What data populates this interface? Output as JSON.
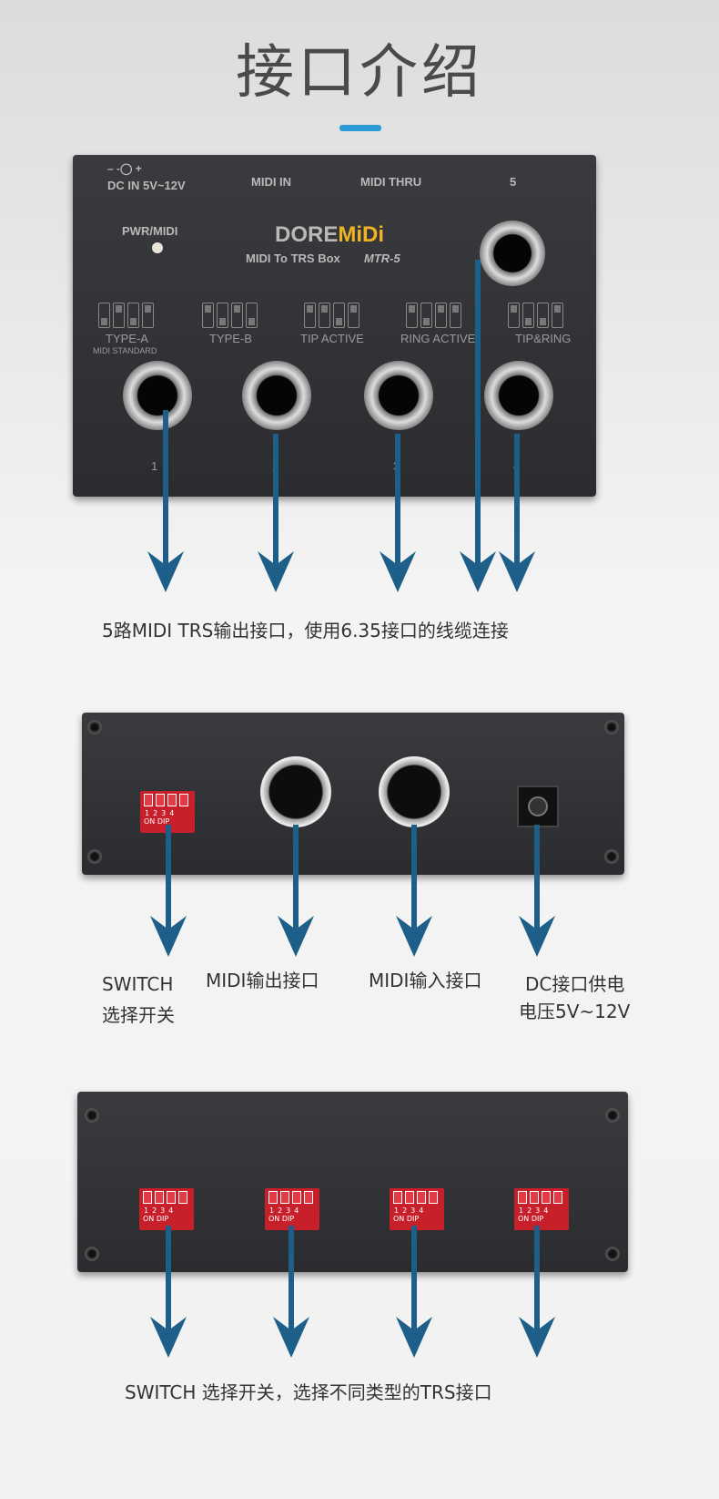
{
  "title": "接口介绍",
  "top_panel": {
    "dc_in": "DC IN 5V~12V",
    "midi_in": "MIDI IN",
    "midi_thru": "MIDI THRU",
    "port5": "5",
    "pwr": "PWR/MIDI",
    "brand_a": "DORE",
    "brand_b": "MiDi",
    "product": "MIDI To TRS Box",
    "model": "MTR-5",
    "modes": [
      {
        "label": "TYPE-A",
        "sub": "MIDI STANDARD",
        "dip": [
          "d",
          "u",
          "d",
          "u"
        ]
      },
      {
        "label": "TYPE-B",
        "dip": [
          "u",
          "d",
          "u",
          "d"
        ]
      },
      {
        "label": "TIP ACTIVE",
        "dip": [
          "u",
          "u",
          "d",
          "u"
        ]
      },
      {
        "label": "RING ACTIVE",
        "dip": [
          "u",
          "d",
          "u",
          "u"
        ]
      },
      {
        "label": "TIP&RING",
        "dip": [
          "u",
          "d",
          "d",
          "u"
        ]
      }
    ],
    "ports": [
      "1",
      "2",
      "3",
      "4"
    ]
  },
  "caption1": "5路MIDI TRS输出接口，使用6.35接口的线缆连接",
  "mid_labels": {
    "switch1": "SWITCH",
    "switch2": "选择开关",
    "midi_out": "MIDI输出接口",
    "midi_in": "MIDI输入接口",
    "dc1": "DC接口供电",
    "dc2": "电压5V~12V"
  },
  "dip_switch": {
    "nums": "1234",
    "on": "ON",
    "dip": "DIP"
  },
  "caption2": "SWITCH 选择开关，选择不同类型的TRS接口",
  "arrow_color": "#1d5f88"
}
